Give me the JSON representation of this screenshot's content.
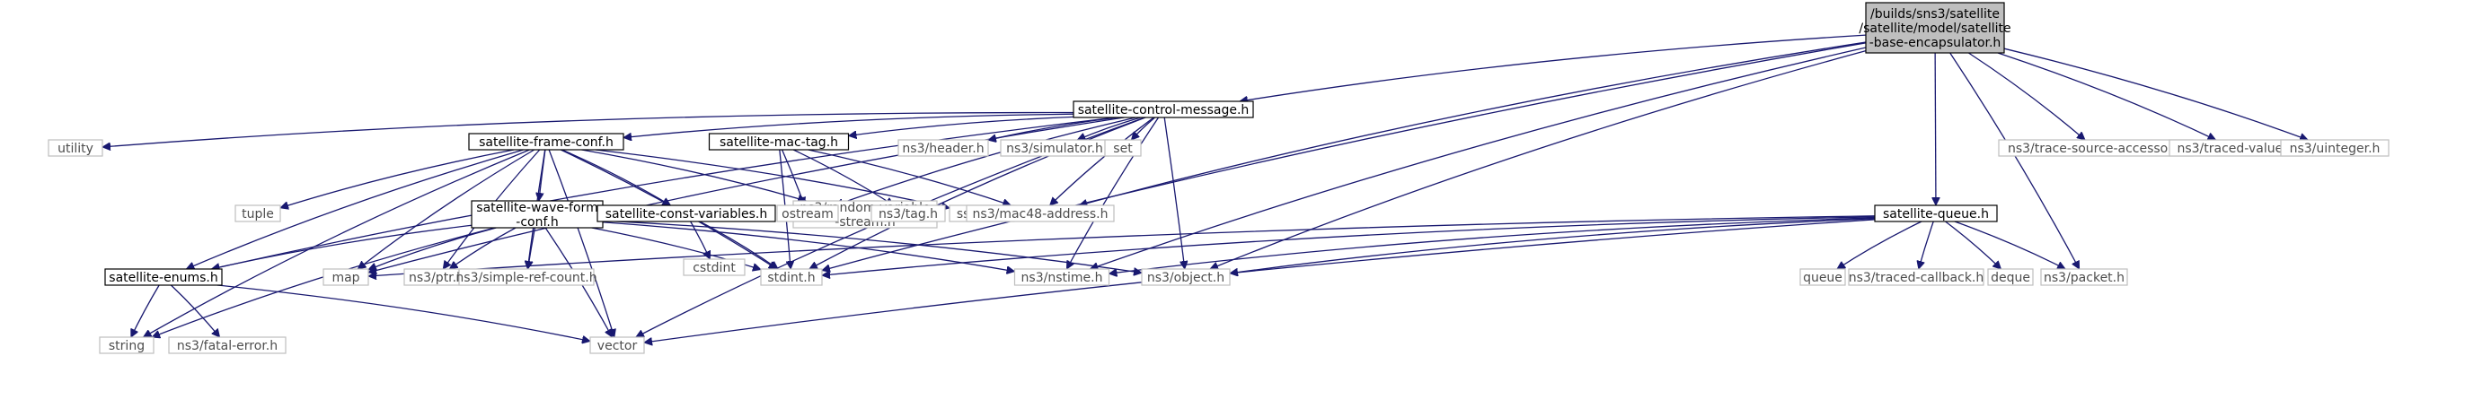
{
  "nodes": [
    {
      "id": "base",
      "lines": [
        "/builds/sns3/satellite",
        "/satellite/model/satellite",
        "-base-encapsulator.h"
      ],
      "style": "root"
    },
    {
      "id": "ctrl",
      "lines": [
        "satellite-control-message.h"
      ],
      "style": "dark"
    },
    {
      "id": "tsa",
      "lines": [
        "ns3/trace-source-accessor.h"
      ],
      "style": "light"
    },
    {
      "id": "tv",
      "lines": [
        "ns3/traced-value.h"
      ],
      "style": "light"
    },
    {
      "id": "uint",
      "lines": [
        "ns3/uinteger.h"
      ],
      "style": "light"
    },
    {
      "id": "utility",
      "lines": [
        "utility"
      ],
      "style": "light"
    },
    {
      "id": "fc",
      "lines": [
        "satellite-frame-conf.h"
      ],
      "style": "dark"
    },
    {
      "id": "mactag",
      "lines": [
        "satellite-mac-tag.h"
      ],
      "style": "dark"
    },
    {
      "id": "header",
      "lines": [
        "ns3/header.h"
      ],
      "style": "light"
    },
    {
      "id": "sim",
      "lines": [
        "ns3/simulator.h"
      ],
      "style": "light"
    },
    {
      "id": "set",
      "lines": [
        "set"
      ],
      "style": "light"
    },
    {
      "id": "queue_h",
      "lines": [
        "satellite-queue.h"
      ],
      "style": "dark"
    },
    {
      "id": "tuple",
      "lines": [
        "tuple"
      ],
      "style": "light"
    },
    {
      "id": "wf",
      "lines": [
        "satellite-wave-form",
        "-conf.h"
      ],
      "style": "dark"
    },
    {
      "id": "cv",
      "lines": [
        "satellite-const-variables.h"
      ],
      "style": "dark"
    },
    {
      "id": "rvs",
      "lines": [
        "ns3/random-variable",
        "-stream.h"
      ],
      "style": "light"
    },
    {
      "id": "sstream",
      "lines": [
        "sstream"
      ],
      "style": "light"
    },
    {
      "id": "ostream",
      "lines": [
        "ostream"
      ],
      "style": "light"
    },
    {
      "id": "tag",
      "lines": [
        "ns3/tag.h"
      ],
      "style": "light"
    },
    {
      "id": "mac48",
      "lines": [
        "ns3/mac48-address.h"
      ],
      "style": "light"
    },
    {
      "id": "cstdint",
      "lines": [
        "cstdint"
      ],
      "style": "light"
    },
    {
      "id": "enums",
      "lines": [
        "satellite-enums.h"
      ],
      "style": "dark"
    },
    {
      "id": "map",
      "lines": [
        "map"
      ],
      "style": "light"
    },
    {
      "id": "ptr",
      "lines": [
        "ns3/ptr.h"
      ],
      "style": "light"
    },
    {
      "id": "src",
      "lines": [
        "ns3/simple-ref-count.h"
      ],
      "style": "light"
    },
    {
      "id": "stdint",
      "lines": [
        "stdint.h"
      ],
      "style": "light"
    },
    {
      "id": "nstime",
      "lines": [
        "ns3/nstime.h"
      ],
      "style": "light"
    },
    {
      "id": "object",
      "lines": [
        "ns3/object.h"
      ],
      "style": "light"
    },
    {
      "id": "queue",
      "lines": [
        "queue"
      ],
      "style": "light"
    },
    {
      "id": "tcb",
      "lines": [
        "ns3/traced-callback.h"
      ],
      "style": "light"
    },
    {
      "id": "deque",
      "lines": [
        "deque"
      ],
      "style": "light"
    },
    {
      "id": "packet",
      "lines": [
        "ns3/packet.h"
      ],
      "style": "light"
    },
    {
      "id": "string",
      "lines": [
        "string"
      ],
      "style": "light"
    },
    {
      "id": "fatal",
      "lines": [
        "ns3/fatal-error.h"
      ],
      "style": "light"
    },
    {
      "id": "vector",
      "lines": [
        "vector"
      ],
      "style": "light"
    }
  ],
  "edges": [
    [
      "base",
      "ctrl"
    ],
    [
      "base",
      "tsa"
    ],
    [
      "base",
      "tv"
    ],
    [
      "base",
      "uint"
    ],
    [
      "base",
      "mac48"
    ],
    [
      "base",
      "stdint"
    ],
    [
      "base",
      "nstime"
    ],
    [
      "base",
      "object"
    ],
    [
      "base",
      "queue_h"
    ],
    [
      "base",
      "packet"
    ],
    [
      "ctrl",
      "utility"
    ],
    [
      "ctrl",
      "fc"
    ],
    [
      "ctrl",
      "mactag"
    ],
    [
      "ctrl",
      "header"
    ],
    [
      "ctrl",
      "sim"
    ],
    [
      "ctrl",
      "set"
    ],
    [
      "ctrl",
      "enums"
    ],
    [
      "ctrl",
      "map"
    ],
    [
      "ctrl",
      "vector"
    ],
    [
      "ctrl",
      "ostream"
    ],
    [
      "ctrl",
      "stdint"
    ],
    [
      "ctrl",
      "mac48"
    ],
    [
      "ctrl",
      "nstime"
    ],
    [
      "ctrl",
      "object"
    ],
    [
      "fc",
      "tuple"
    ],
    [
      "fc",
      "wf"
    ],
    [
      "fc",
      "cv"
    ],
    [
      "fc",
      "rvs"
    ],
    [
      "fc",
      "sstream"
    ],
    [
      "fc",
      "string"
    ],
    [
      "fc",
      "enums"
    ],
    [
      "fc",
      "map"
    ],
    [
      "fc",
      "ptr"
    ],
    [
      "fc",
      "src"
    ],
    [
      "fc",
      "stdint"
    ],
    [
      "fc",
      "vector"
    ],
    [
      "mactag",
      "ostream"
    ],
    [
      "mactag",
      "tag"
    ],
    [
      "mactag",
      "mac48"
    ],
    [
      "mactag",
      "stdint"
    ],
    [
      "wf",
      "enums"
    ],
    [
      "wf",
      "map"
    ],
    [
      "wf",
      "ptr"
    ],
    [
      "wf",
      "src"
    ],
    [
      "wf",
      "stdint"
    ],
    [
      "wf",
      "nstime"
    ],
    [
      "wf",
      "object"
    ],
    [
      "wf",
      "string"
    ],
    [
      "wf",
      "vector"
    ],
    [
      "cv",
      "cstdint"
    ],
    [
      "cv",
      "stdint"
    ],
    [
      "enums",
      "string"
    ],
    [
      "enums",
      "fatal"
    ],
    [
      "enums",
      "vector"
    ],
    [
      "queue_h",
      "map"
    ],
    [
      "queue_h",
      "stdint"
    ],
    [
      "queue_h",
      "nstime"
    ],
    [
      "queue_h",
      "object"
    ],
    [
      "queue_h",
      "queue"
    ],
    [
      "queue_h",
      "tcb"
    ],
    [
      "queue_h",
      "deque"
    ],
    [
      "queue_h",
      "packet"
    ],
    [
      "queue_h",
      "vector"
    ]
  ]
}
